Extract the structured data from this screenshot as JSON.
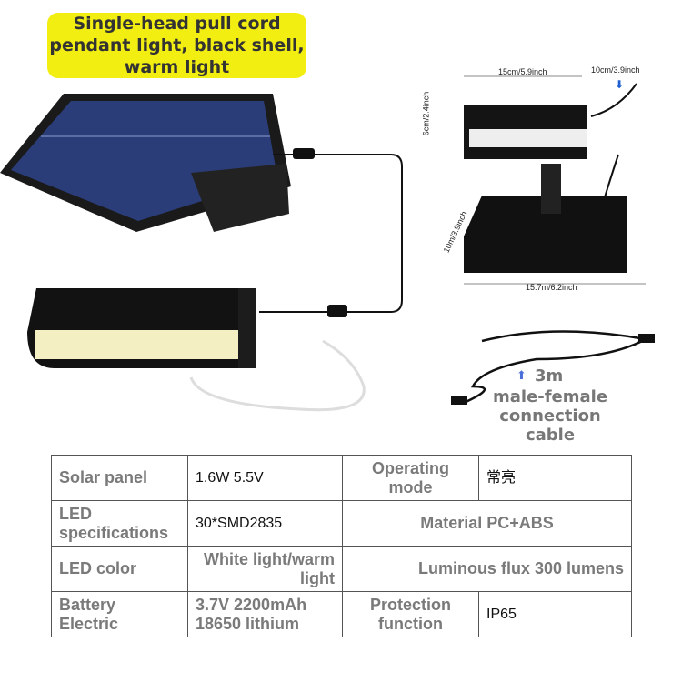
{
  "title": "Single-head pull cord pendant light, black shell, warm light",
  "dimensions": {
    "light_length": "15cm/5.9inch",
    "cable_length": "10cm/3.9inch",
    "light_height": "6cm/2.4inch",
    "panel_depth": "10m/3.9inch",
    "panel_width": "15.7m/6.2inch"
  },
  "cable_label": {
    "length": "3m",
    "text": "male-female connection cable"
  },
  "colors": {
    "title_bg": "#f2ee12",
    "arrow": "#1f5fd1"
  },
  "specs": [
    {
      "label": "Solar panel",
      "value": "1.6W 5.5V",
      "label2": "Operating mode",
      "value2": "常亮"
    },
    {
      "label": "LED specifications",
      "value": "30*SMD2835",
      "label2": "Material PC+ABS",
      "value2": ""
    },
    {
      "label": "LED color",
      "value": "White light/warm light",
      "label2": "Luminous flux 300 lumens",
      "value2": ""
    },
    {
      "label": "Battery",
      "label_overlap": "Electric",
      "value": "3.7V 2200mAh 18650 lithium",
      "label2": "Protection function",
      "value2": "IP65"
    }
  ]
}
